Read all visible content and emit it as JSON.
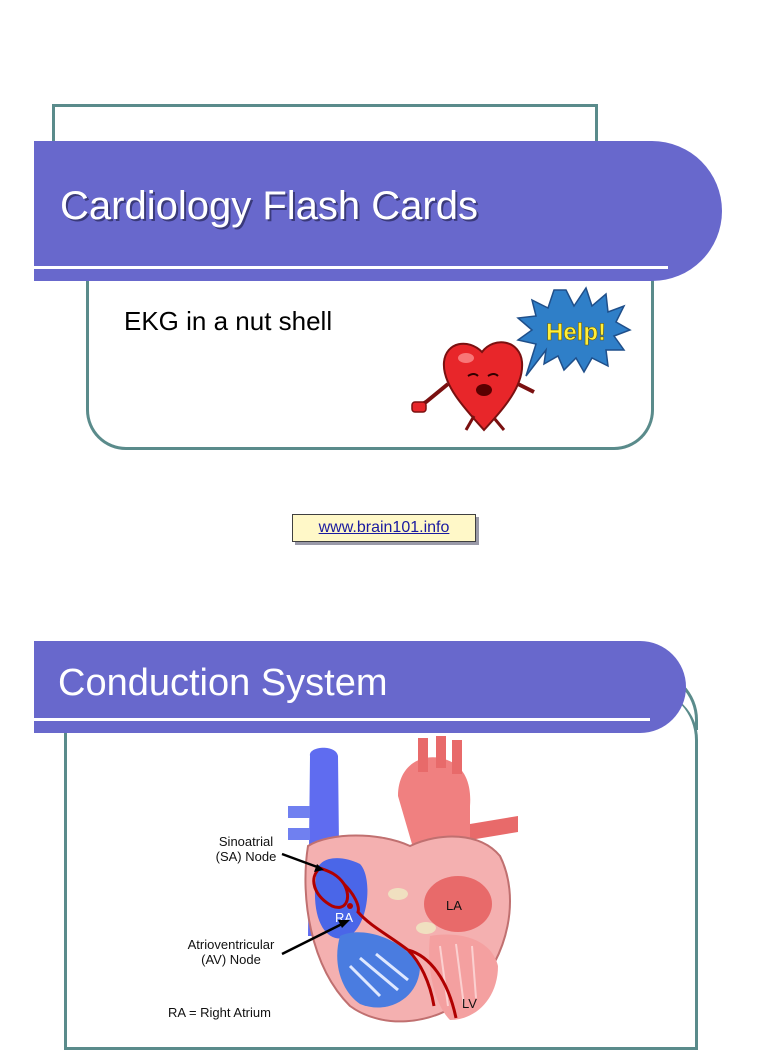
{
  "slide1": {
    "title": "Cardiology Flash Cards",
    "subtitle": "EKG in a nut shell",
    "bubble_text": "Help!"
  },
  "link": {
    "text": "www.brain101.info"
  },
  "slide2": {
    "title": "Conduction System",
    "diagram": {
      "sa_label_line1": "Sinoatrial",
      "sa_label_line2": "(SA) Node",
      "av_label_line1": "Atrioventricular",
      "av_label_line2": "(AV) Node",
      "ra_label": "RA",
      "la_label": "LA",
      "lv_label": "LV",
      "key_text": "RA = Right Atrium"
    }
  },
  "colors": {
    "banner": "#6868cc",
    "frame": "#5a8b8b",
    "link_bg": "#fff8c8",
    "conduction_path": "#b00000"
  }
}
